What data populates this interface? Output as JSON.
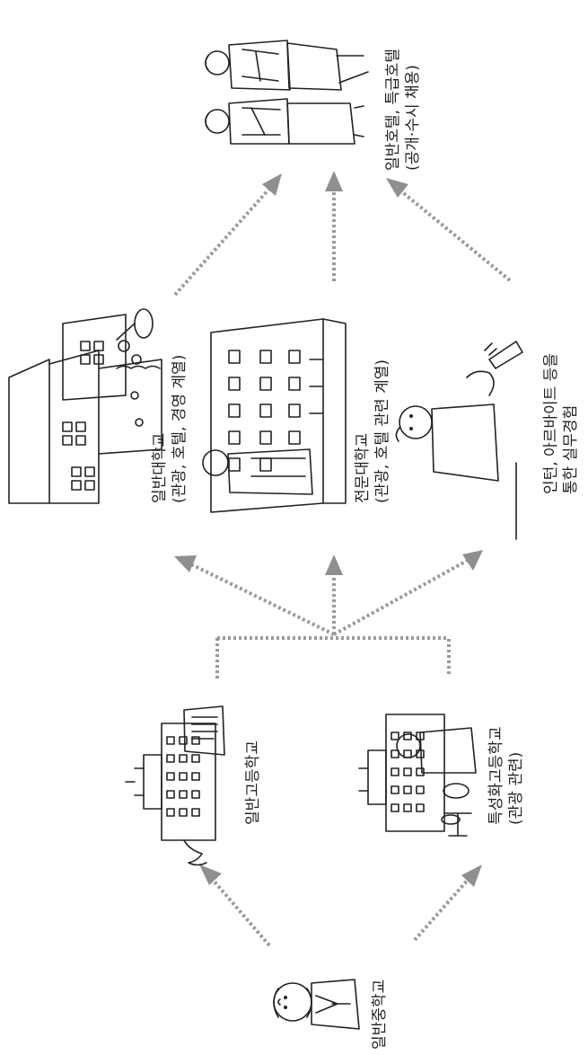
{
  "nodes": {
    "middle_school": {
      "label": "일반중학교"
    },
    "general_high": {
      "label": "일반고등학교"
    },
    "special_high": {
      "line1": "특성화고등학교",
      "line2": "(관광 관련)"
    },
    "university": {
      "line1": "일반대학교",
      "line2": "(관광, 호텔, 경영 계열)"
    },
    "college": {
      "line1": "전문대학교",
      "line2": "(관광, 호텔 관련 계열)"
    },
    "internship": {
      "line1": "인턴, 아르바이트 등을",
      "line2": "통한 실무경험"
    },
    "hotel_hiring": {
      "line1": "일반호텔, 특급호텔",
      "line2": "(공개·수시 채용)"
    }
  },
  "colors": {
    "arrow": "#9a9a9a",
    "ink": "#222222"
  }
}
